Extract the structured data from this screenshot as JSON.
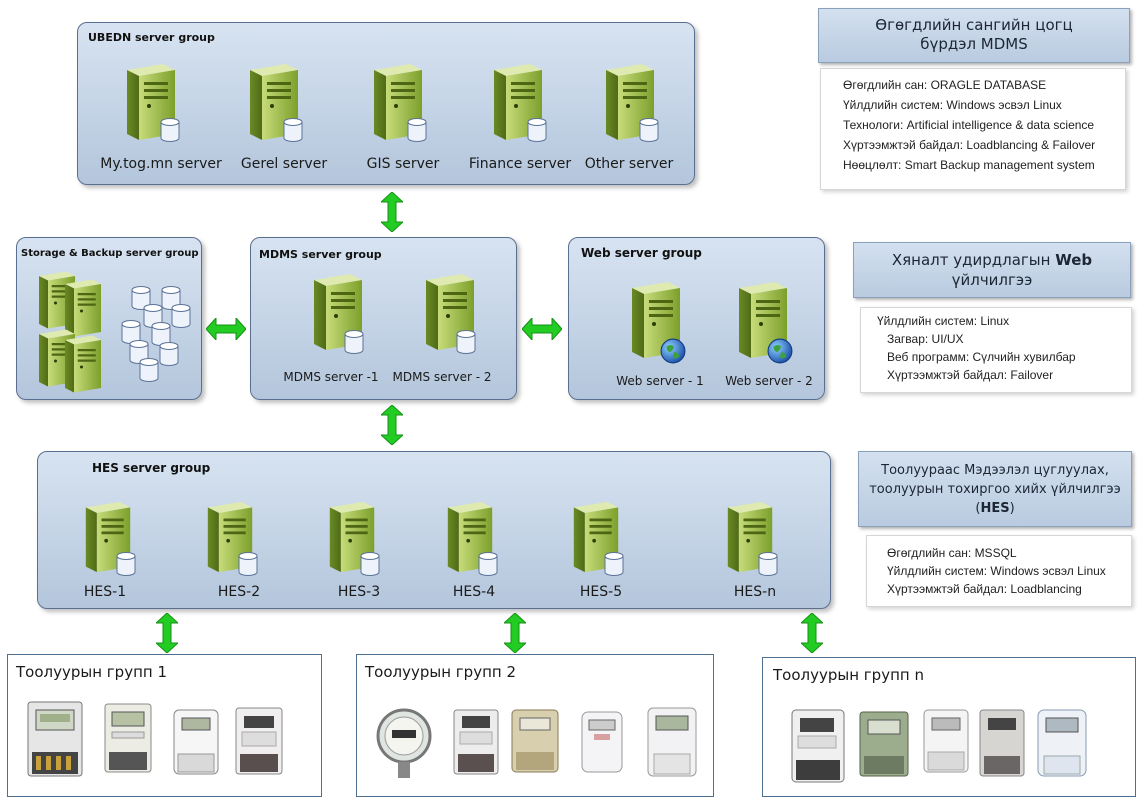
{
  "groups": {
    "ubedn": {
      "title": "UBEDN server group",
      "servers": [
        "My.tog.mn server",
        "Gerel server",
        "GIS server",
        "Finance server",
        "Other server"
      ]
    },
    "storage": {
      "title": "Storage & Backup server group"
    },
    "mdms": {
      "title": "MDMS server group",
      "servers": [
        "MDMS server -1",
        "MDMS server - 2"
      ]
    },
    "web": {
      "title": "Web server group",
      "servers": [
        "Web server - 1",
        "Web server - 2"
      ]
    },
    "hes": {
      "title": "HES server group",
      "servers": [
        "HES-1",
        "HES-2",
        "HES-3",
        "HES-4",
        "HES-5",
        "HES-n"
      ]
    }
  },
  "info": {
    "mdms": {
      "heading": "Өгөгдлийн сангийн цогц бүрдэл MDMS",
      "lines": [
        "Өгөгдлийн сан:  ORAGLE DATABASE",
        "Үйлдлийн систем: Windows эсвэл Linux",
        "Технологи: Artificial intelligence & data science",
        "Хүртээмжтэй байдал: Loadblancing & Failover",
        "Нөөцлөлт: Smart Backup management system"
      ]
    },
    "web": {
      "heading_pre": "Хяналт удирдлагын ",
      "heading_bold": "Web",
      "heading_post": "үйлчилгээ",
      "lines": [
        "Үйлдлийн систем: Linux",
        "Загвар: UI/UX",
        "Веб программ: Сүлчийн хувилбар",
        "Хүртээмжтэй байдал: Failover"
      ]
    },
    "hes": {
      "heading_l1": "Тоолуураас Мэдээлэл цуглуулах,",
      "heading_l2": "тоолуурын тохиргоо хийх үйлчилгээ",
      "heading_bold": "HES",
      "lines": [
        "Өгөгдлийн сан:  MSSQL",
        "Үйлдлийн систем: Windows эсвэл Linux",
        "Хүртээмжтэй байдал: Loadblancing"
      ]
    }
  },
  "meter_groups": [
    "Тоолуурын групп 1",
    "Тоолуурын групп 2",
    "Тоолуурын групп n"
  ],
  "colors": {
    "group_fill": "#c5d4e6",
    "server_green": "#8fb33b",
    "arrow_green": "#22cc22",
    "globe_blue": "#2f6fd1"
  }
}
